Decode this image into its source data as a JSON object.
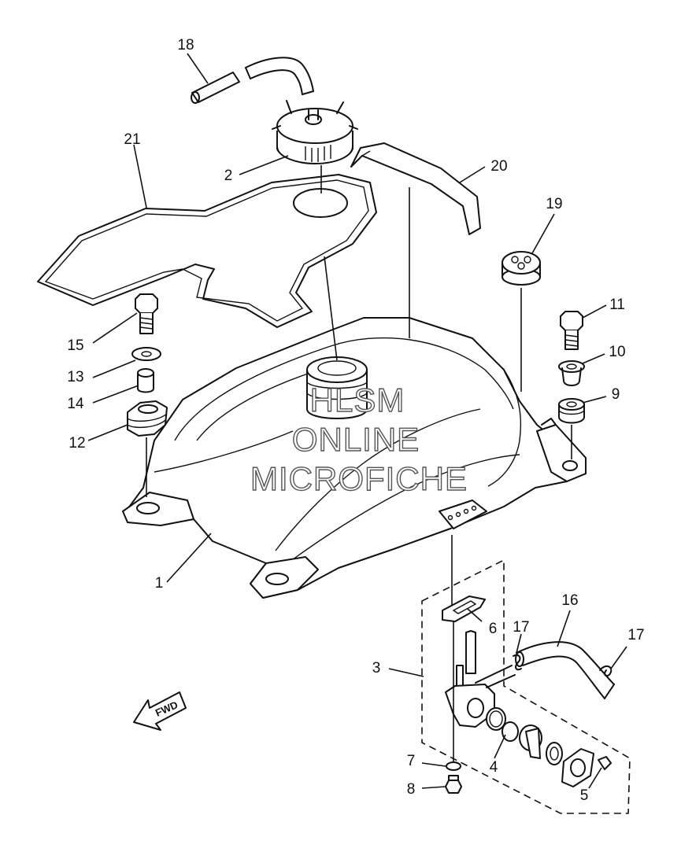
{
  "diagram": {
    "callouts": [
      "1",
      "2",
      "3",
      "4",
      "5",
      "6",
      "7",
      "8",
      "9",
      "10",
      "11",
      "12",
      "13",
      "14",
      "15",
      "16",
      "17",
      "17",
      "18",
      "19",
      "20",
      "21"
    ],
    "fwd_label": "FWD",
    "watermark": [
      "HLSM",
      "ONLINE",
      "MICROFICHE"
    ]
  }
}
